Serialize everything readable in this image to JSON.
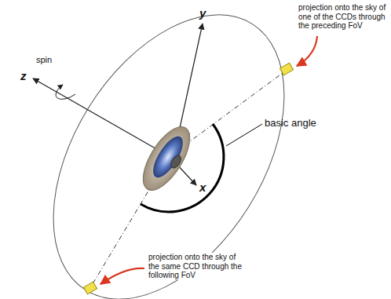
{
  "diagram": {
    "labels": [
      "projection onto the sky of one of the CCDs through the preceding FoV",
      "y",
      "z",
      "spin",
      "basic angle",
      "x",
      "projection onto the sky of the same CCD through the following FoV"
    ]
  }
}
